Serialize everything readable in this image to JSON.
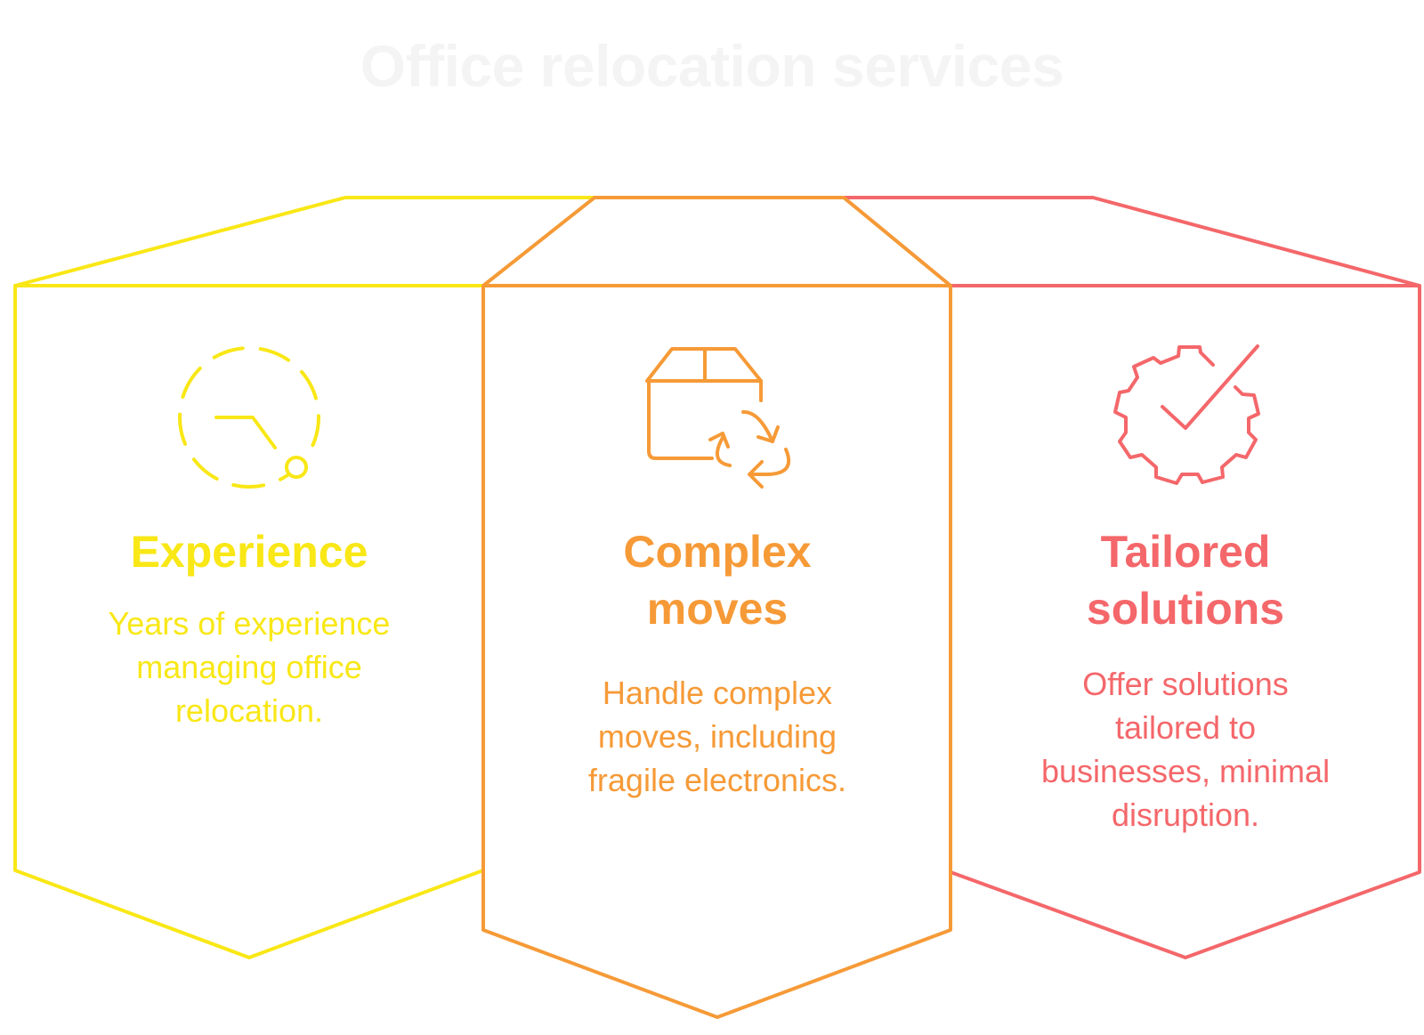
{
  "title": "Office relocation services",
  "colors": {
    "yellow": "#f9e716",
    "orange": "#f69a37",
    "coral": "#f4676a",
    "title": "#f4f4f4"
  },
  "cards": [
    {
      "icon": "dashed-dial-icon",
      "title_lines": [
        "Experience"
      ],
      "description_lines": [
        "Years of experience",
        "managing office",
        "relocation."
      ]
    },
    {
      "icon": "box-recycle-icon",
      "title_lines": [
        "Complex",
        "moves"
      ],
      "description_lines": [
        "Handle complex",
        "moves, including",
        "fragile electronics."
      ]
    },
    {
      "icon": "gear-check-icon",
      "title_lines": [
        "Tailored",
        "solutions"
      ],
      "description_lines": [
        "Offer solutions",
        "tailored to",
        "businesses, minimal",
        "disruption."
      ]
    }
  ]
}
